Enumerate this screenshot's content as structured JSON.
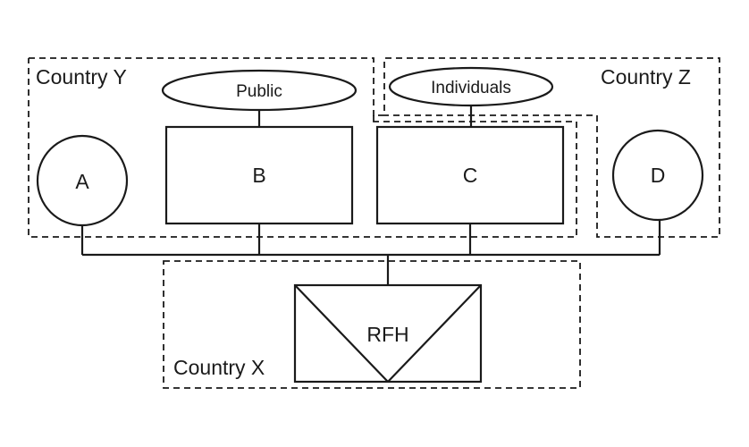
{
  "regions": {
    "country_y": "Country Y",
    "country_z": "Country Z",
    "country_x": "Country X"
  },
  "nodes": {
    "a": "A",
    "b": "B",
    "c": "C",
    "d": "D",
    "rfh": "RFH"
  },
  "owners": {
    "public": "Public",
    "individuals": "Individuals"
  }
}
